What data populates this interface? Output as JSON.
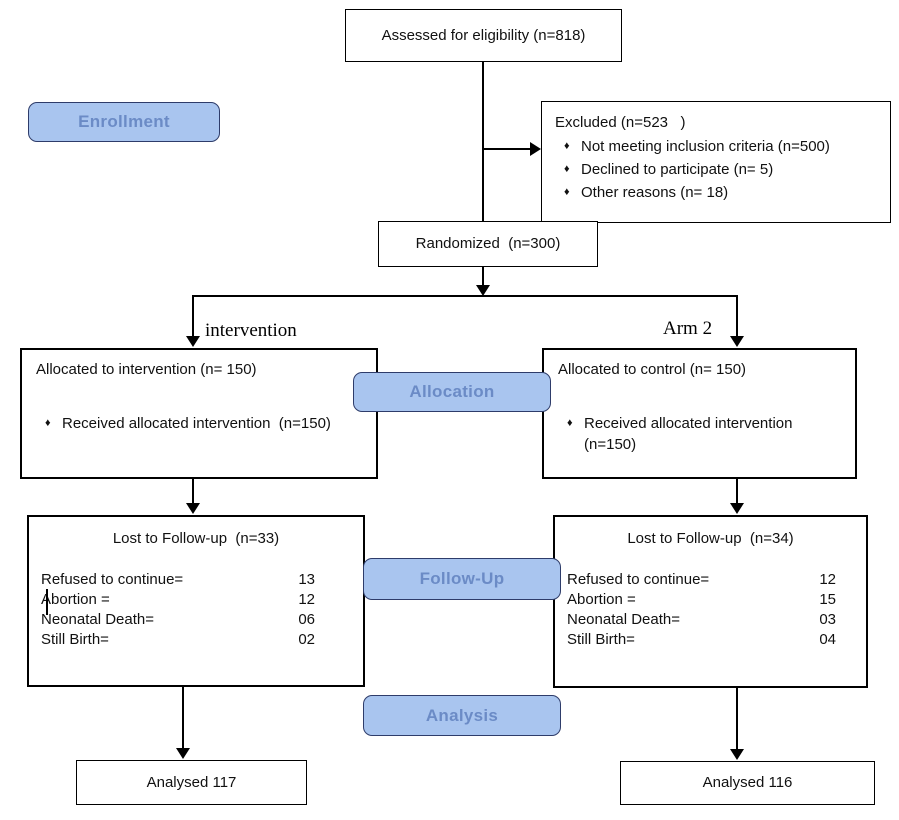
{
  "stage_labels": {
    "enrollment": "Enrollment",
    "allocation": "Allocation",
    "followup": "Follow-Up",
    "analysis": "Analysis"
  },
  "icons": {
    "diamond_bullet": "♦"
  },
  "colors": {
    "badge_fill": "#a9c5ef",
    "badge_border": "#2e3c6a",
    "badge_text": "#6b8bc6",
    "line": "#000000"
  },
  "boxes": {
    "assessed": {
      "text": "Assessed for eligibility (n=818)"
    },
    "excluded": {
      "title": "Excluded (n=523   )",
      "bullets": [
        "Not meeting inclusion criteria (n=500)",
        "Declined to participate (n= 5)",
        "Other reasons (n= 18)"
      ]
    },
    "randomized": {
      "text": "Randomized  (n=300)"
    },
    "branches": {
      "left_label": "intervention",
      "right_label": "Arm 2"
    },
    "allocation_left": {
      "title": "Allocated to intervention (n= 150)",
      "bullet": "Received allocated intervention  (n=150)"
    },
    "allocation_right": {
      "title": "Allocated to control (n= 150)",
      "bullet": "Received allocated intervention",
      "bullet_continued": "(n=150)"
    },
    "followup_left": {
      "title": "Lost to Follow-up  (n=33)",
      "rows": [
        {
          "label": "Refused to continue=",
          "value": "13"
        },
        {
          "label": "Abortion =",
          "value": "12"
        },
        {
          "label": "Neonatal Death=",
          "value": "06"
        },
        {
          "label": "Still Birth=",
          "value": "02"
        }
      ]
    },
    "followup_right": {
      "title": "Lost to Follow-up  (n=34)",
      "rows": [
        {
          "label": "Refused to continue=",
          "value": "12"
        },
        {
          "label": "Abortion =",
          "value": "15"
        },
        {
          "label": "Neonatal Death=",
          "value": "03"
        },
        {
          "label": "Still Birth=",
          "value": "04"
        }
      ]
    },
    "analysed_left": {
      "text": "Analysed 117"
    },
    "analysed_right": {
      "text": "Analysed 116"
    }
  }
}
